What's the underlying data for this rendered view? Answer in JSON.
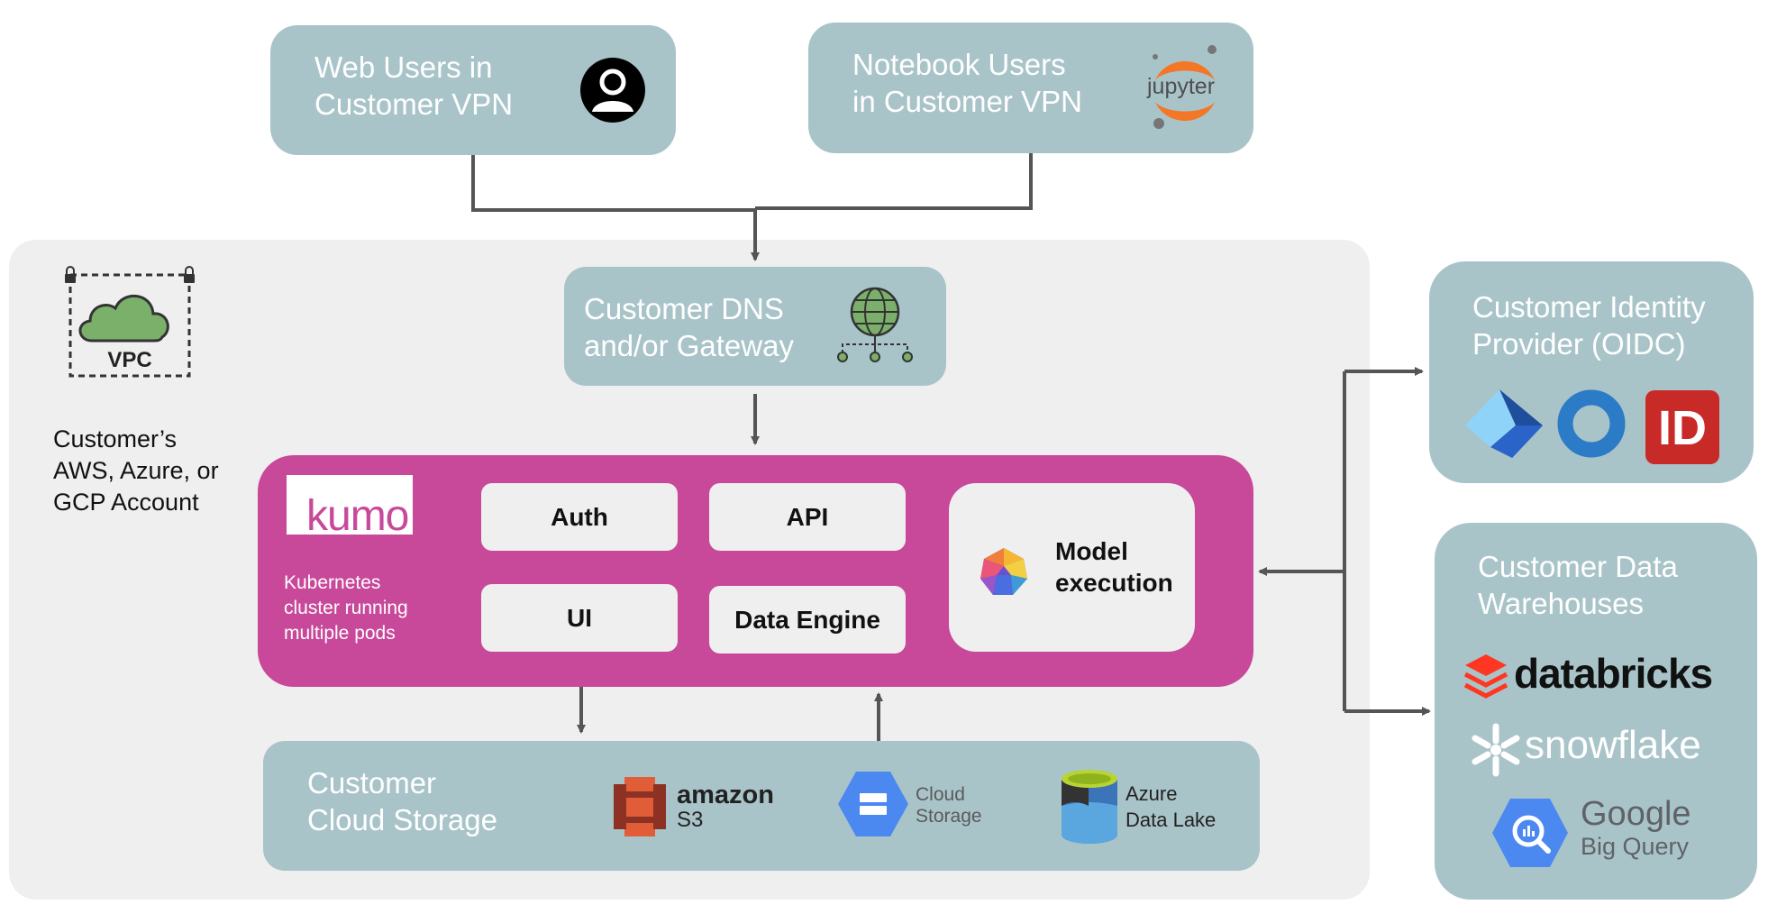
{
  "users": {
    "web_users": {
      "line1": "Web Users in",
      "line2": "Customer VPN"
    },
    "notebook_users": {
      "line1": "Notebook Users",
      "line2": "in Customer VPN",
      "jupyter_text": "jupyter"
    }
  },
  "account": {
    "vpc_label": "VPC",
    "label_line1": "Customer’s",
    "label_line2": "AWS, Azure, or",
    "label_line3": "GCP Account"
  },
  "gateway": {
    "line1": "Customer DNS",
    "line2": "and/or Gateway"
  },
  "kumo": {
    "logo_text": "kumo",
    "desc_line1": "Kubernetes",
    "desc_line2": "cluster running",
    "desc_line3": "multiple pods",
    "pods": {
      "auth": "Auth",
      "api": "API",
      "ui": "UI",
      "data_engine": "Data Engine"
    },
    "model_line1": "Model",
    "model_line2": "execution"
  },
  "storage": {
    "title_line1": "Customer",
    "title_line2": "Cloud Storage",
    "amazon": "amazon",
    "s3": "S3",
    "cloud_line1": "Cloud",
    "cloud_line2": "Storage",
    "azure_line1": "Azure",
    "azure_line2": "Data Lake"
  },
  "identity": {
    "line1": "Customer Identity",
    "line2": "Provider (OIDC)",
    "id_logo": "ID"
  },
  "warehouses": {
    "line1": "Customer Data",
    "line2": "Warehouses",
    "databricks": "databricks",
    "snowflake": "snowflake",
    "google": "Google",
    "bigquery": "Big Query"
  },
  "colors": {
    "teal_box": "#a9c4c9",
    "kumo_magenta": "#c8489a",
    "account_bg": "#efefef",
    "arrow": "#555555",
    "vpc_cloud": "#7ab06a"
  }
}
